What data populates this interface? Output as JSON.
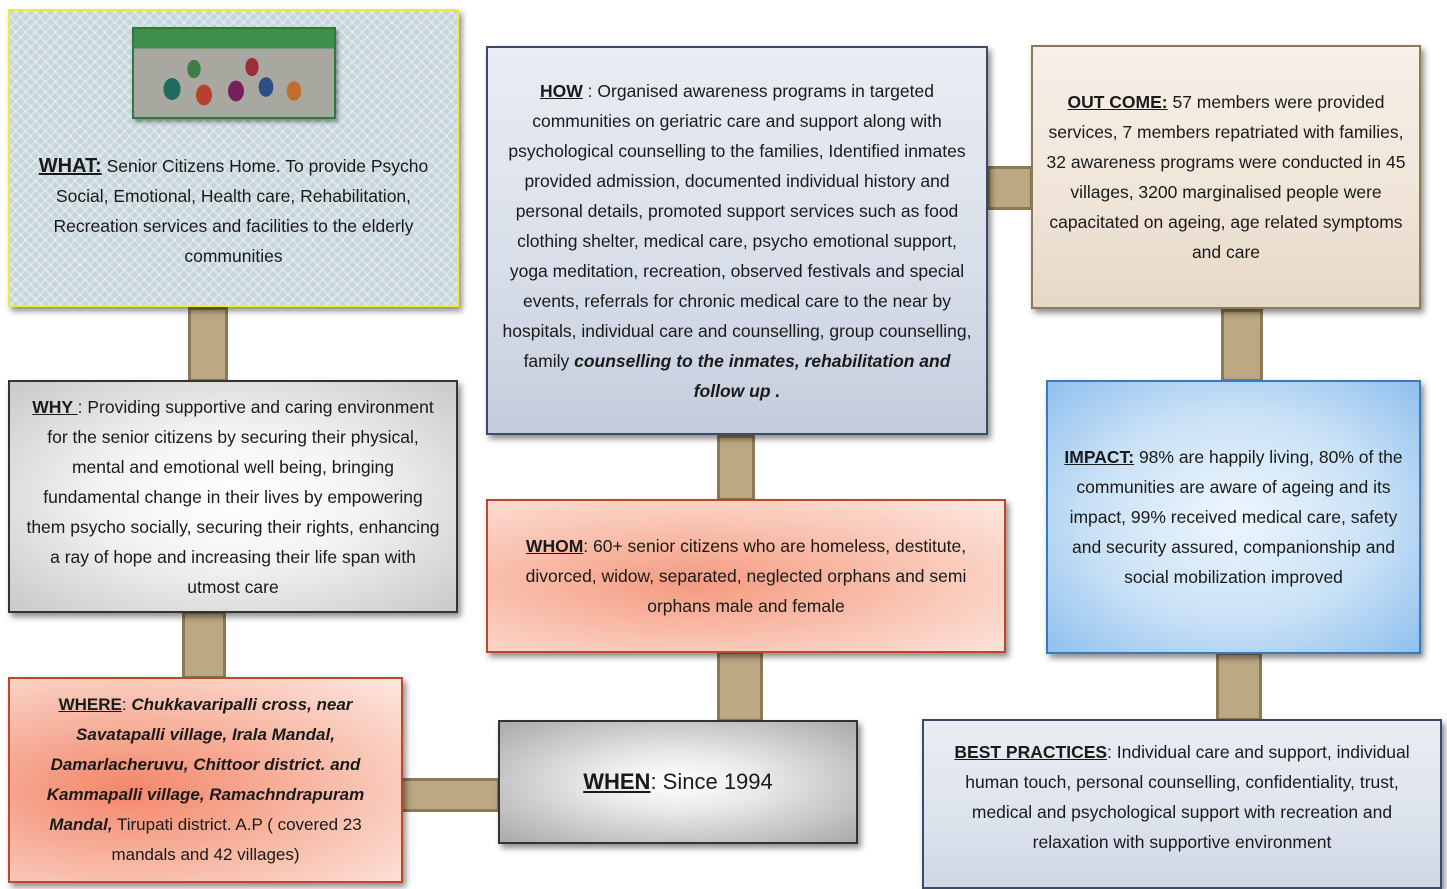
{
  "what": {
    "heading": "WHAT:",
    "text": " Senior Citizens Home. To provide Psycho Social, Emotional, Health care, Rehabilitation, Recreation services and facilities to the elderly communities"
  },
  "why": {
    "heading": "WHY ",
    "text": ": Providing supportive and caring environment for the senior citizens by securing their physical, mental and emotional well being,  bringing fundamental change in their lives by empowering them psycho socially, securing their rights,  enhancing a ray of hope and increasing their life span with utmost care"
  },
  "where": {
    "heading": "WHERE",
    "sep": ": ",
    "text_bold_italic": "Chukkavaripalli cross, near Savatapalli village, Irala Mandal, Damarlacheruvu, Chittoor district. and Kammapalli village, Ramachndrapuram Mandal,",
    "text_plain": " Tirupati district. A.P ( covered 23 mandals and 42 villages)"
  },
  "how": {
    "heading": "HOW",
    "text": " : Organised  awareness programs in  targeted communities on geriatric care and support along with psychological counselling to the families, Identified inmates provided admission, documented individual history and personal details, promoted support services such as food clothing shelter, medical care,  psycho emotional support, yoga meditation, recreation, observed festivals and special events, referrals for chronic medical care to the near by hospitals, individual care and counselling, group counselling, family ",
    "text_bold_italic": "counselling to the inmates, rehabilitation and follow up ."
  },
  "whom": {
    "heading": "WHOM",
    "text": ": 60+ senior citizens who are homeless, destitute, divorced, widow, separated, neglected orphans and semi orphans male and female"
  },
  "when": {
    "heading": "WHEN",
    "text": ": Since 1994"
  },
  "outcome": {
    "heading": "OUT COME:",
    "text": " 57 members were provided services, 7 members repatriated with families, 32 awareness programs were conducted in 45 villages, 3200 marginalised people were capacitated on ageing, age related symptoms and care"
  },
  "impact": {
    "heading": "IMPACT:",
    "text": " 98% are happily living, 80% of the communities are aware of ageing and its impact, 99% received medical care, safety and security assured, companionship and social mobilization improved"
  },
  "best": {
    "heading": "BEST PRACTICES",
    "text": ": Individual care and support, individual human touch, personal counselling, confidentiality, trust,  medical and psychological support with recreation and relaxation with supportive environment"
  }
}
